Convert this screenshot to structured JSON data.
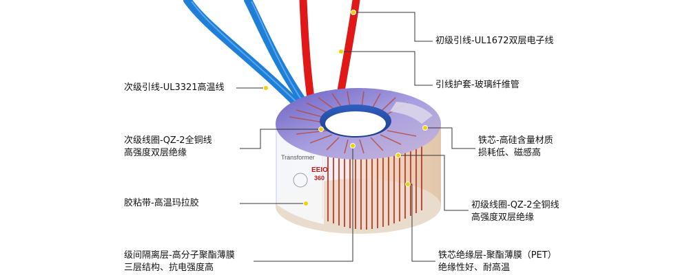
{
  "labels": {
    "primary_lead": "初级引线-UL1672双层电子线",
    "lead_sleeve": "引线护套-玻璃纤维管",
    "secondary_lead": "次级引线-UL3321高温线",
    "secondary_coil": {
      "line1": "次级线圈-QZ-2全铜线",
      "line2": "高强度双层绝缘"
    },
    "core": {
      "line1": "铁芯-高硅含量材质",
      "line2": "损耗低、磁感高"
    },
    "tape": "胶粘带-高温玛拉胶",
    "primary_coil": {
      "line1": "初级线圈-QZ-2全铜线",
      "line2": "高强度双层绝缘"
    },
    "interlayer": {
      "line1": "级间隔离层-高分子聚酯薄膜",
      "line2": "三层结构、抗电强度高"
    },
    "core_insulation": {
      "line1": "铁芯绝缘层-聚酯薄膜（PET）",
      "line2": "绝缘性好、耐高温"
    }
  },
  "product_label": {
    "brand": "EEIO",
    "model": "360",
    "text": "Transformer"
  },
  "colors": {
    "callout_line": "#333333",
    "dot": "#f5d000",
    "blue_wire": "#1f7fd6",
    "red_wire": "#e01818",
    "copper_band": "#c0392b",
    "tape_top": "#8a7fd0",
    "body_side": "#e8d7c6"
  }
}
